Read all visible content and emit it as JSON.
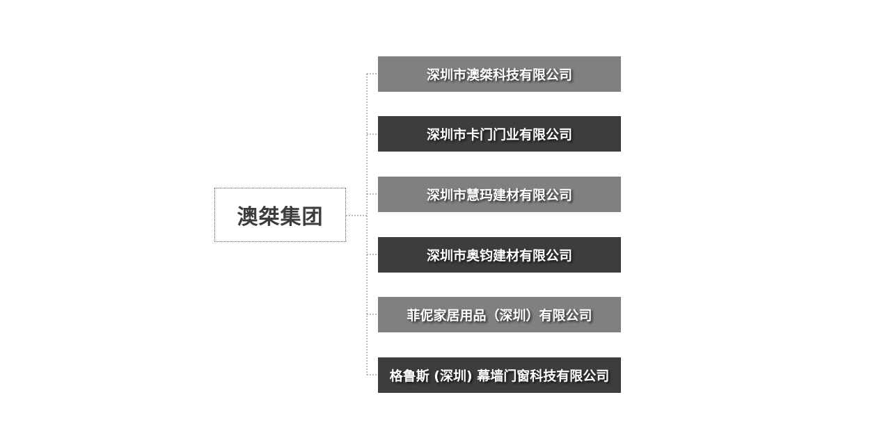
{
  "root": {
    "label": "澳桀集团"
  },
  "children": [
    {
      "label": "深圳市澳桀科技有限公司",
      "shade": "#808080"
    },
    {
      "label": "深圳市卡门门业有限公司",
      "shade": "#3d3d3d"
    },
    {
      "label": "深圳市慧玛建材有限公司",
      "shade": "#808080"
    },
    {
      "label": "深圳市奥钧建材有限公司",
      "shade": "#3d3d3d"
    },
    {
      "label": "菲伲家居用品（深圳）有限公司",
      "shade": "#808080"
    },
    {
      "label": "格鲁斯 (深圳) 幕墙门窗科技有限公司",
      "shade": "#3d3d3d"
    }
  ]
}
